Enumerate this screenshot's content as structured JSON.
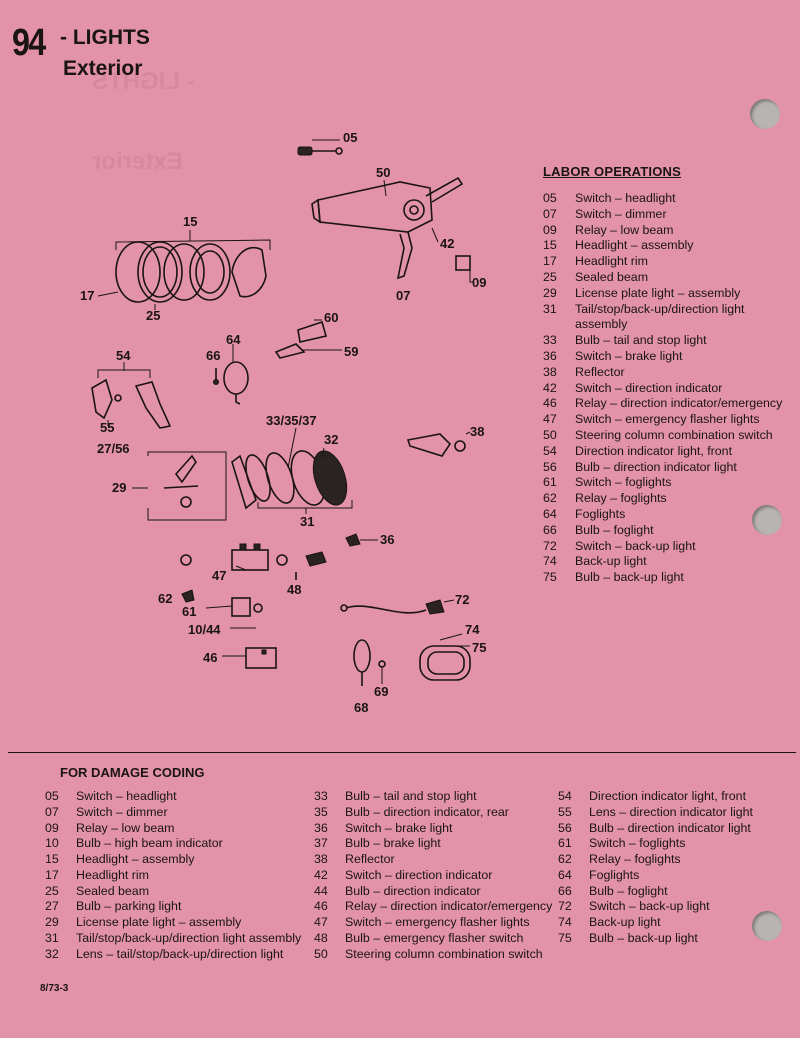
{
  "header": {
    "number": "94",
    "title": "- LIGHTS",
    "subtitle": "Exterior"
  },
  "diagram": {
    "callouts": [
      "05",
      "50",
      "15",
      "42",
      "09",
      "17",
      "25",
      "07",
      "60",
      "59",
      "64",
      "66",
      "54",
      "55",
      "27/56",
      "33/35/37",
      "32",
      "38",
      "29",
      "31",
      "36",
      "47",
      "48",
      "72",
      "62",
      "61",
      "10/44",
      "74",
      "75",
      "46",
      "69",
      "68"
    ]
  },
  "labor_operations": {
    "title": "LABOR OPERATIONS",
    "items": [
      {
        "code": "05",
        "desc": "Switch – headlight"
      },
      {
        "code": "07",
        "desc": "Switch – dimmer"
      },
      {
        "code": "09",
        "desc": "Relay – low beam"
      },
      {
        "code": "15",
        "desc": "Headlight – assembly"
      },
      {
        "code": "17",
        "desc": "Headlight rim"
      },
      {
        "code": "25",
        "desc": "Sealed beam"
      },
      {
        "code": "29",
        "desc": "License plate light – assembly"
      },
      {
        "code": "31",
        "desc": "Tail/stop/back-up/direction light assembly"
      },
      {
        "code": "33",
        "desc": "Bulb – tail and stop light"
      },
      {
        "code": "36",
        "desc": "Switch – brake light"
      },
      {
        "code": "38",
        "desc": "Reflector"
      },
      {
        "code": "42",
        "desc": "Switch – direction indicator"
      },
      {
        "code": "46",
        "desc": "Relay – direction indicator/emergency"
      },
      {
        "code": "47",
        "desc": "Switch – emergency flasher lights"
      },
      {
        "code": "50",
        "desc": "Steering column combination switch"
      },
      {
        "code": "54",
        "desc": "Direction indicator light, front"
      },
      {
        "code": "56",
        "desc": "Bulb – direction indicator light"
      },
      {
        "code": "61",
        "desc": "Switch – foglights"
      },
      {
        "code": "62",
        "desc": "Relay – foglights"
      },
      {
        "code": "64",
        "desc": "Foglights"
      },
      {
        "code": "66",
        "desc": "Bulb – foglight"
      },
      {
        "code": "72",
        "desc": "Switch – back-up light"
      },
      {
        "code": "74",
        "desc": "Back-up light"
      },
      {
        "code": "75",
        "desc": "Bulb – back-up light"
      }
    ]
  },
  "damage_coding": {
    "title": "FOR DAMAGE CODING",
    "col1": [
      {
        "code": "05",
        "desc": "Switch – headlight"
      },
      {
        "code": "07",
        "desc": "Switch – dimmer"
      },
      {
        "code": "09",
        "desc": "Relay – low beam"
      },
      {
        "code": "10",
        "desc": "Bulb – high beam indicator"
      },
      {
        "code": "15",
        "desc": "Headlight – assembly"
      },
      {
        "code": "17",
        "desc": "Headlight rim"
      },
      {
        "code": "25",
        "desc": "Sealed beam"
      },
      {
        "code": "27",
        "desc": "Bulb – parking light"
      },
      {
        "code": "29",
        "desc": "License plate light – assembly"
      },
      {
        "code": "31",
        "desc": "Tail/stop/back-up/direction light assembly"
      },
      {
        "code": "32",
        "desc": "Lens – tail/stop/back-up/direction light"
      }
    ],
    "col2": [
      {
        "code": "33",
        "desc": "Bulb – tail and stop light"
      },
      {
        "code": "35",
        "desc": "Bulb – direction indicator, rear"
      },
      {
        "code": "36",
        "desc": "Switch – brake light"
      },
      {
        "code": "37",
        "desc": "Bulb – brake light"
      },
      {
        "code": "38",
        "desc": "Reflector"
      },
      {
        "code": "42",
        "desc": "Switch – direction indicator"
      },
      {
        "code": "44",
        "desc": "Bulb – direction indicator"
      },
      {
        "code": "46",
        "desc": "Relay – direction indicator/emergency"
      },
      {
        "code": "47",
        "desc": "Switch – emergency flasher lights"
      },
      {
        "code": "48",
        "desc": "Bulb – emergency flasher switch"
      },
      {
        "code": "50",
        "desc": "Steering column combination switch"
      }
    ],
    "col3": [
      {
        "code": "54",
        "desc": "Direction indicator light, front"
      },
      {
        "code": "55",
        "desc": "Lens – direction indicator light"
      },
      {
        "code": "56",
        "desc": "Bulb – direction indicator light"
      },
      {
        "code": "61",
        "desc": "Switch – foglights"
      },
      {
        "code": "62",
        "desc": "Relay – foglights"
      },
      {
        "code": "64",
        "desc": "Foglights"
      },
      {
        "code": "66",
        "desc": "Bulb – foglight"
      },
      {
        "code": "72",
        "desc": "Switch – back-up light"
      },
      {
        "code": "74",
        "desc": "Back-up light"
      },
      {
        "code": "75",
        "desc": "Bulb – back-up light"
      }
    ]
  },
  "footer": {
    "code": "8/73-3"
  }
}
